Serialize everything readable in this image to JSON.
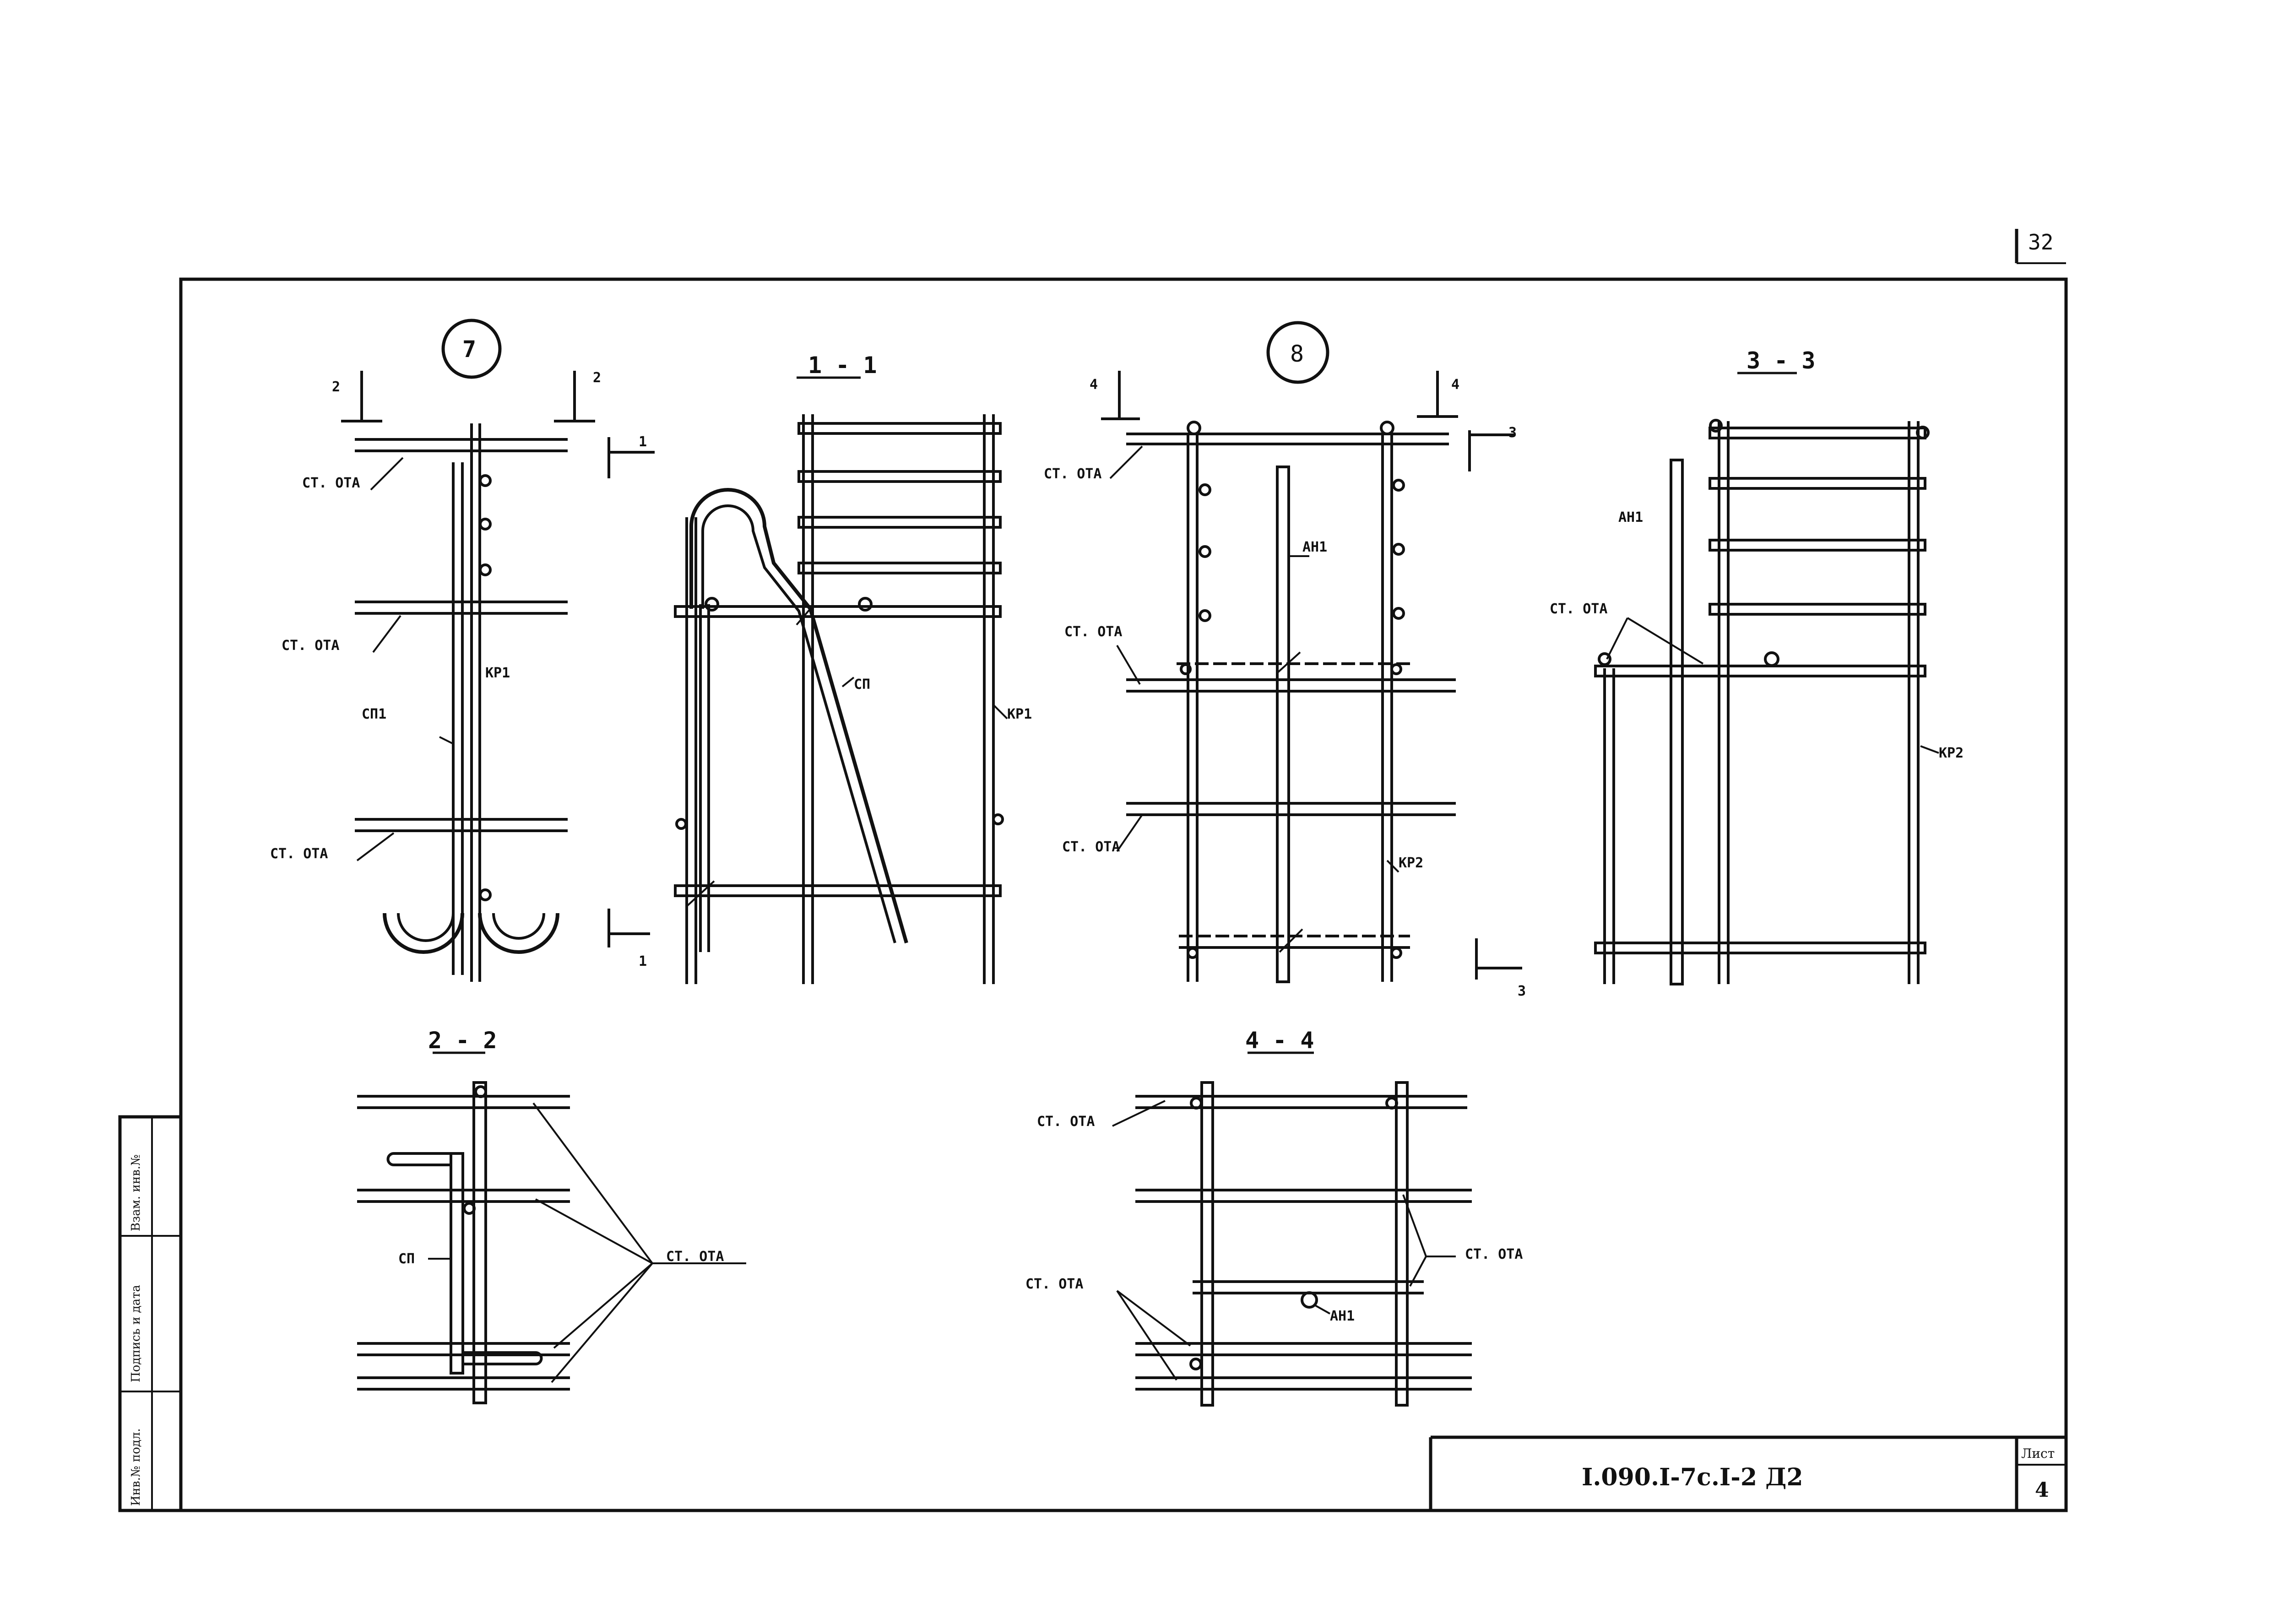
{
  "sheet": {
    "page_number": "32",
    "drawing_code": "I.090.I-7c.I-2 Д2",
    "sheet_label": "Лист",
    "sheet_number": "4"
  },
  "side_stamp": {
    "inv_no": "Инв.№ подл.",
    "signature_date": "Подпись и дата",
    "replace_inv": "Взам. инв.№"
  },
  "node7": {
    "title": "7",
    "cut_2_left": "2",
    "cut_2_right": "2",
    "cut_1_top": "1",
    "cut_1_bottom": "1",
    "label_st1": "СТ. ОТА",
    "label_st2": "СТ. ОТА",
    "label_st3": "СТ. ОТА",
    "label_sp": "СП1",
    "label_kr": "КР1"
  },
  "section11": {
    "title": "1 - 1",
    "label_sp": "СП",
    "label_kr": "КР1"
  },
  "node8": {
    "title": "8",
    "cut_4_left": "4",
    "cut_4_right": "4",
    "cut_3_top": "3",
    "cut_3_bottom": "3",
    "label_st1": "СТ. ОТА",
    "label_st2": "СТ. ОТА",
    "label_st3": "СТ. ОТА",
    "label_an": "АН1",
    "label_kr": "КР2"
  },
  "section33": {
    "title": "3 - 3",
    "label_an": "АН1",
    "label_st": "СТ. ОТА",
    "label_kr": "КР2"
  },
  "section22": {
    "title": "2 - 2",
    "label_sp": "СП",
    "label_st": "СТ. ОТА"
  },
  "section44": {
    "title": "4 - 4",
    "label_st1": "СТ. ОТА",
    "label_st2": "СТ. ОТА",
    "label_st3": "СТ. ОТА",
    "label_an": "АН1"
  },
  "colors": {
    "ink": "#111111",
    "paper": "#ffffff"
  }
}
